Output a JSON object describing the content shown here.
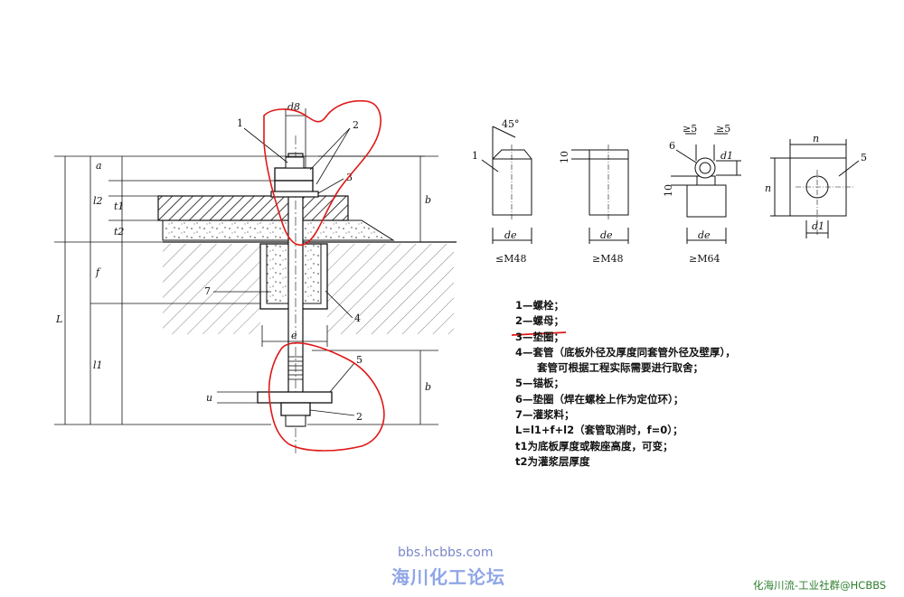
{
  "drawing": {
    "main_labels": {
      "d8": "d8",
      "a": "a",
      "l2": "l2",
      "t1": "t1",
      "t2": "t2",
      "b_top": "b",
      "f": "f",
      "L": "L",
      "l1": "l1",
      "e": "e",
      "u": "u",
      "b_bottom": "b"
    },
    "callouts": {
      "c1": "1",
      "c2_top": "2",
      "c3": "3",
      "c7": "7",
      "c4": "4",
      "c5": "5",
      "c2_bottom": "2"
    },
    "details": {
      "angle": "45°",
      "d1_label": "1",
      "d1_dim": "de",
      "d1_caption": "≤M48",
      "d2_dim_h": "10",
      "d2_dim": "de",
      "d2_caption": "≥M48",
      "d3_label": "6",
      "d3_top_left": "≥5",
      "d3_top_right": "≥5",
      "d3_d1": "d1",
      "d3_dim_h": "10",
      "d3_dim": "de",
      "d3_caption": "≥M64",
      "d4_n_top": "n",
      "d4_n_side": "n",
      "d4_label": "5",
      "d4_d1": "d1"
    }
  },
  "legend": [
    "1—螺栓；",
    "2—螺母；",
    "3—垫圈；",
    "4—套管（底板外径及厚度同套管外径及壁厚），",
    "套管可根据工程实际需要进行取舍；",
    "5—锚板；",
    "6—垫圈（焊在螺栓上作为定位环）；",
    "7—灌浆料；",
    "L=l1+f+l2（套管取消时，f=0）；",
    "t1为底板厚度或鞍座高度，可变；",
    "t2为灌浆层厚度"
  ],
  "watermarks": {
    "site": "bbs.hcbbs.com",
    "forum": "海川化工论坛",
    "group": "化海川流-工业社群@HCBBS"
  },
  "colors": {
    "ink": "#111111",
    "annotation_red": "#e01818",
    "watermark_blue": "#8fa6e6",
    "watermark_green": "#2c7d2c"
  }
}
